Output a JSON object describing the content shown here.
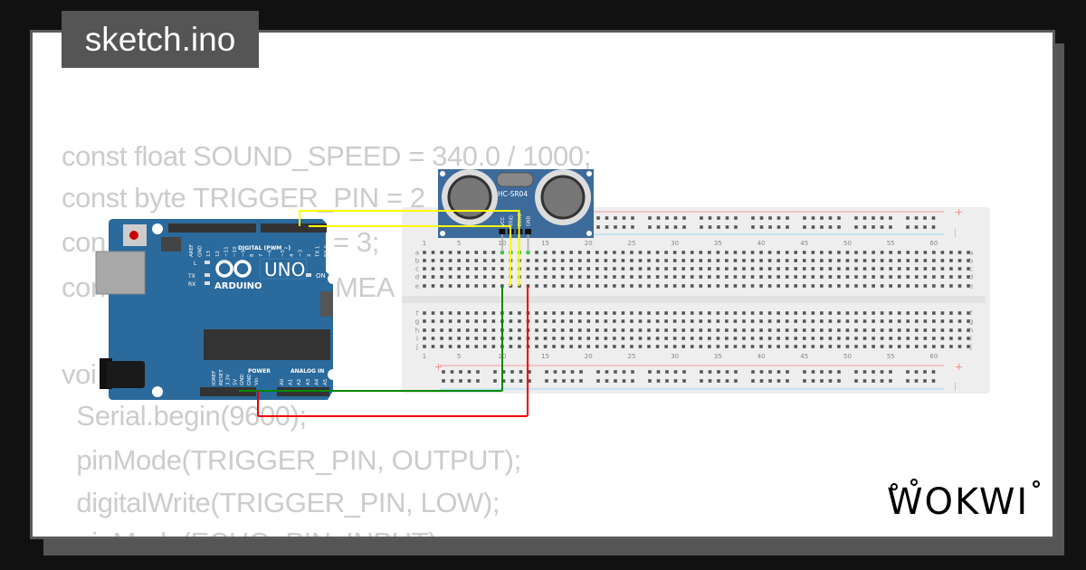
{
  "tab": {
    "title": "sketch.ino"
  },
  "code": {
    "lines": [
      "const float SOUND_SPEED = 340.0 / 1000;",
      "const byte TRIGGER_PIN = 2",
      "  Serial.begin(9600);",
      "  pinMode(TRIGGER_PIN, OUTPUT);",
      "  digitalWrite(TRIGGER_PIN, LOW);",
      "  pinMode(ECHO_PIN, INPUT);"
    ],
    "fragments": {
      "line3_start": "con",
      "line3_end": "= 3;",
      "line4_start": "con",
      "line4_end": "MEA",
      "line6_start": "voi"
    }
  },
  "arduino": {
    "digital_label": "DIGITAL (PWM ~)",
    "uno": "UNO",
    "brand": "ARDUINO",
    "power": "POWER",
    "analog": "ANALOG IN",
    "on": "ON",
    "l": "L",
    "tx": "TX",
    "rx": "RX",
    "top_pins": [
      "AREF",
      "GND",
      "13",
      "12",
      "~11",
      "~10",
      "~9",
      "8",
      "7",
      "~6",
      "~5",
      "4",
      "~3",
      "2",
      "TX 1",
      "RX 0"
    ],
    "power_pins": [
      "IOREF",
      "RESET",
      "3.3V",
      "5V",
      "GND",
      "GND",
      "Vin"
    ],
    "analog_pins": [
      "A0",
      "A1",
      "A2",
      "A3",
      "A4",
      "A5"
    ],
    "color": "#2b6a9c"
  },
  "sensor": {
    "name": "HC-SR04",
    "pins": [
      "VCC",
      "TRIG",
      "ECHO",
      "GND"
    ],
    "color": "#3d6b9c"
  },
  "breadboard": {
    "column_labels": [
      "1",
      "5",
      "10",
      "15",
      "20",
      "25",
      "30",
      "35",
      "40",
      "45",
      "50",
      "55",
      "60"
    ],
    "rows_top": [
      "a",
      "b",
      "c",
      "d",
      "e"
    ],
    "rows_bottom": [
      "f",
      "g",
      "h",
      "i",
      "j"
    ],
    "rail_plus": "+",
    "rail_minus": "|"
  },
  "wires": {
    "yellow": "#ffff00",
    "green": "#008800",
    "red": "#ee0000"
  },
  "logo": {
    "text": "WOKWI"
  }
}
